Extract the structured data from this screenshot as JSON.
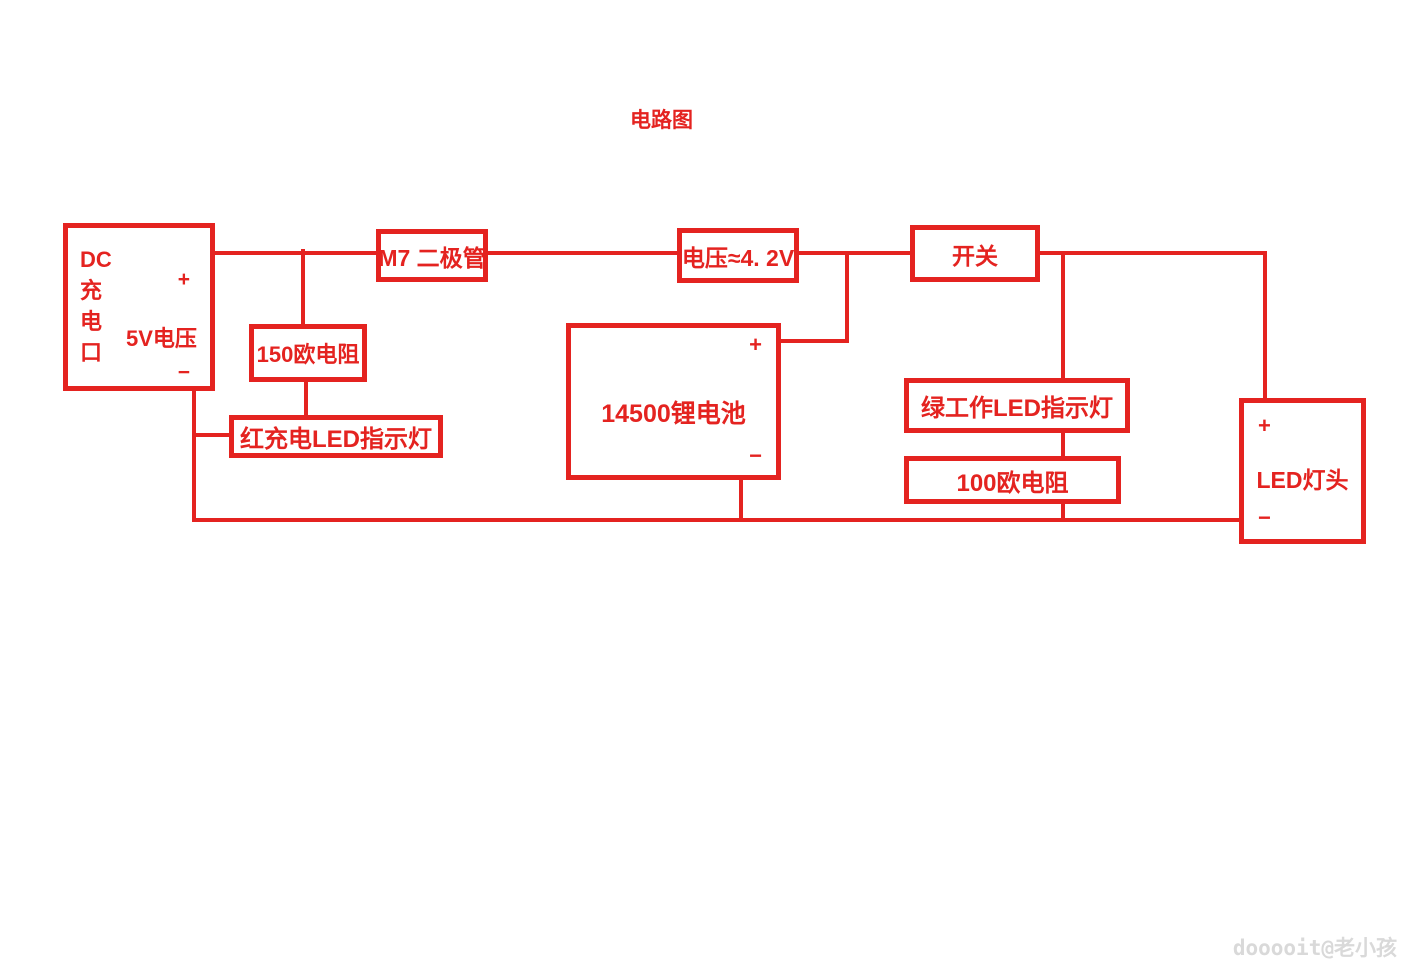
{
  "title": "电路图",
  "watermark": "dooooit@老小孩",
  "colors": {
    "red": "#e42320",
    "watermark_gray": "#d9d9d9"
  },
  "components": {
    "dc_port": {
      "name_vertical": "DC\n充\n电\n口",
      "voltage": "5V电压",
      "plus": "+",
      "minus": "−"
    },
    "m7_diode": {
      "label": "M7  二极管"
    },
    "voltage_node": {
      "label": "电压≈4. 2V"
    },
    "power_switch": {
      "label": "开关"
    },
    "resistor_150": {
      "label": "150欧电阻"
    },
    "red_charge_led": {
      "label": "红充电LED指示灯"
    },
    "battery": {
      "label": "14500锂电池",
      "plus": "+",
      "minus": "−"
    },
    "green_work_led": {
      "label": "绿工作LED指示灯"
    },
    "resistor_100": {
      "label": "100欧电阻"
    },
    "led_head": {
      "label": "LED灯头",
      "plus": "+",
      "minus": "−"
    }
  }
}
